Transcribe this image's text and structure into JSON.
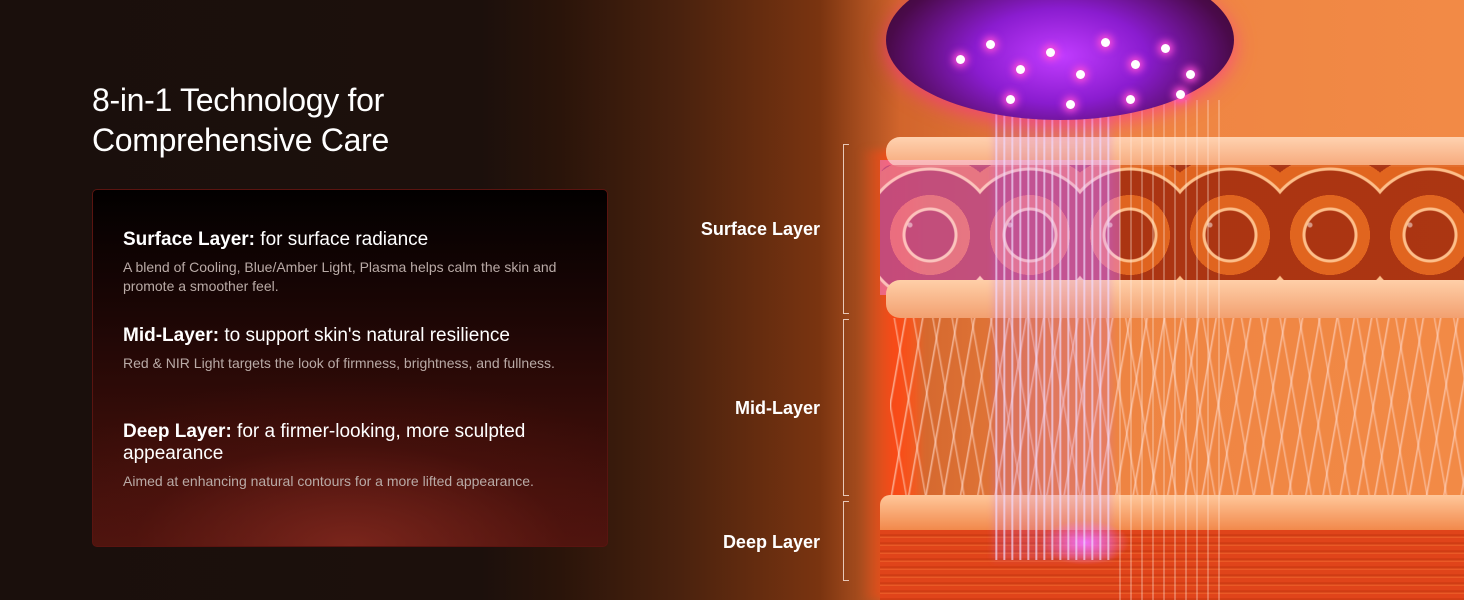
{
  "title": {
    "line1": "8-in-1 Technology for",
    "line2": "Comprehensive Care"
  },
  "card": {
    "sections": [
      {
        "name": "Surface Layer:",
        "tagline": " for surface radiance",
        "description": "A blend of Cooling, Blue/Amber Light, Plasma helps calm the skin and promote a smoother feel."
      },
      {
        "name": "Mid-Layer:",
        "tagline": " to support skin's natural resilience",
        "description": "Red & NIR Light targets the look of firmness, brightness, and fullness."
      },
      {
        "name": "Deep Layer:",
        "tagline": " for a firmer-looking, more sculpted appearance",
        "description": "Aimed at enhancing natural contours for a more lifted appearance."
      }
    ]
  },
  "diagram": {
    "labels": [
      {
        "text": "Surface Layer"
      },
      {
        "text": "Mid-Layer"
      },
      {
        "text": "Deep Layer"
      }
    ],
    "colors": {
      "background_dark": "#1a0f0c",
      "background_orange": "#f28a46",
      "light_purple": "#c23cff",
      "led_pink": "#ff4fd8"
    }
  }
}
